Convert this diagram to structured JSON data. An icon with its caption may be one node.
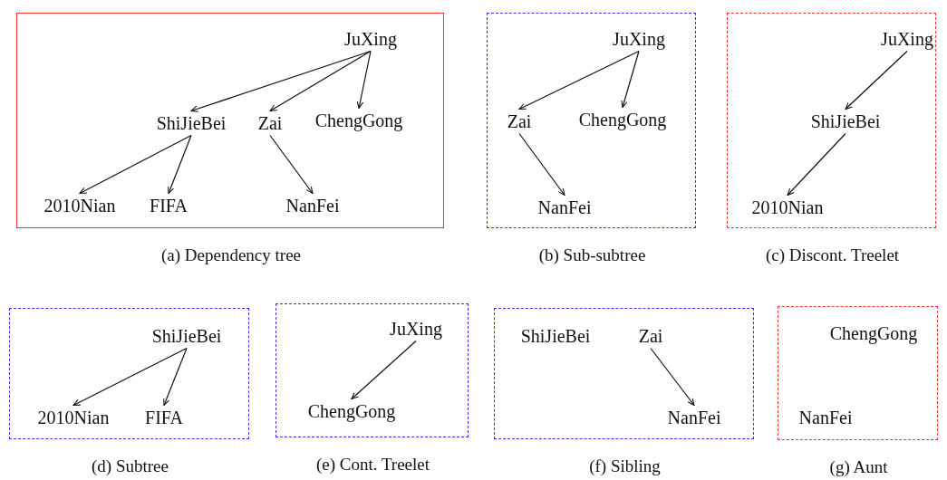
{
  "diagram": {
    "nodes": [
      {
        "text": [
          "(a) Dependency tree"
        ]
      },
      {
        "text": [
          "JuXing"
        ],
        "in": 0
      },
      {
        "text": [
          "ShiJieBei"
        ],
        "in": 0
      },
      {
        "text": [
          "Zai"
        ],
        "in": 0
      },
      {
        "text": [
          "ChengGong"
        ],
        "in": 0
      },
      {
        "text": [
          "2010Nian"
        ],
        "in": 0
      },
      {
        "text": [
          "FIFA"
        ],
        "in": 0
      },
      {
        "text": [
          "NanFei"
        ],
        "in": 0
      },
      {
        "text": [
          "(b) Sub-subtree"
        ]
      },
      {
        "text": [
          "JuXing"
        ],
        "in": 8
      },
      {
        "text": [
          "Zai"
        ],
        "in": 8
      },
      {
        "text": [
          "ChengGong"
        ],
        "in": 8
      },
      {
        "text": [
          "NanFei"
        ],
        "in": 8
      },
      {
        "text": [
          "(c) Discont. Treelet"
        ]
      },
      {
        "text": [
          "JuXing"
        ],
        "in": 13
      },
      {
        "text": [
          "ShiJieBei"
        ],
        "in": 13
      },
      {
        "text": [
          "2010Nian"
        ],
        "in": 13
      },
      {
        "text": [
          "(d) Subtree"
        ]
      },
      {
        "text": [
          "ShiJieBei"
        ],
        "in": 17
      },
      {
        "text": [
          "2010Nian"
        ],
        "in": 17
      },
      {
        "text": [
          "FIFA"
        ],
        "in": 17
      },
      {
        "text": [
          "(e) Cont. Treelet"
        ]
      },
      {
        "text": [
          "JuXing"
        ],
        "in": 21
      },
      {
        "text": [
          "ChengGong"
        ],
        "in": 21
      },
      {
        "text": [
          "(f) Sibling"
        ]
      },
      {
        "text": [
          "ShiJieBei"
        ],
        "in": 24
      },
      {
        "text": [
          "Zai"
        ],
        "in": 24
      },
      {
        "text": [
          "NanFei"
        ],
        "in": 24
      },
      {
        "text": [
          "(g) Aunt"
        ]
      },
      {
        "text": [
          "ChengGong"
        ],
        "in": 28
      },
      {
        "text": [
          "NanFei"
        ],
        "in": 28
      }
    ],
    "edges": [
      {
        "from": 1,
        "to": 2,
        "arrow": "to"
      },
      {
        "from": 1,
        "to": 3,
        "arrow": "to"
      },
      {
        "from": 1,
        "to": 4,
        "arrow": "to"
      },
      {
        "from": 2,
        "to": 5,
        "arrow": "to"
      },
      {
        "from": 2,
        "to": 6,
        "arrow": "to"
      },
      {
        "from": 3,
        "to": 7,
        "arrow": "to"
      },
      {
        "from": 9,
        "to": 10,
        "arrow": "to"
      },
      {
        "from": 9,
        "to": 11,
        "arrow": "to"
      },
      {
        "from": 10,
        "to": 12,
        "arrow": "to"
      },
      {
        "from": 14,
        "to": 15,
        "arrow": "to"
      },
      {
        "from": 15,
        "to": 16,
        "arrow": "to"
      },
      {
        "from": 18,
        "to": 19,
        "arrow": "to"
      },
      {
        "from": 18,
        "to": 20,
        "arrow": "to"
      },
      {
        "from": 22,
        "to": 23,
        "arrow": "to"
      },
      {
        "from": 26,
        "to": 27,
        "arrow": "to"
      }
    ]
  }
}
